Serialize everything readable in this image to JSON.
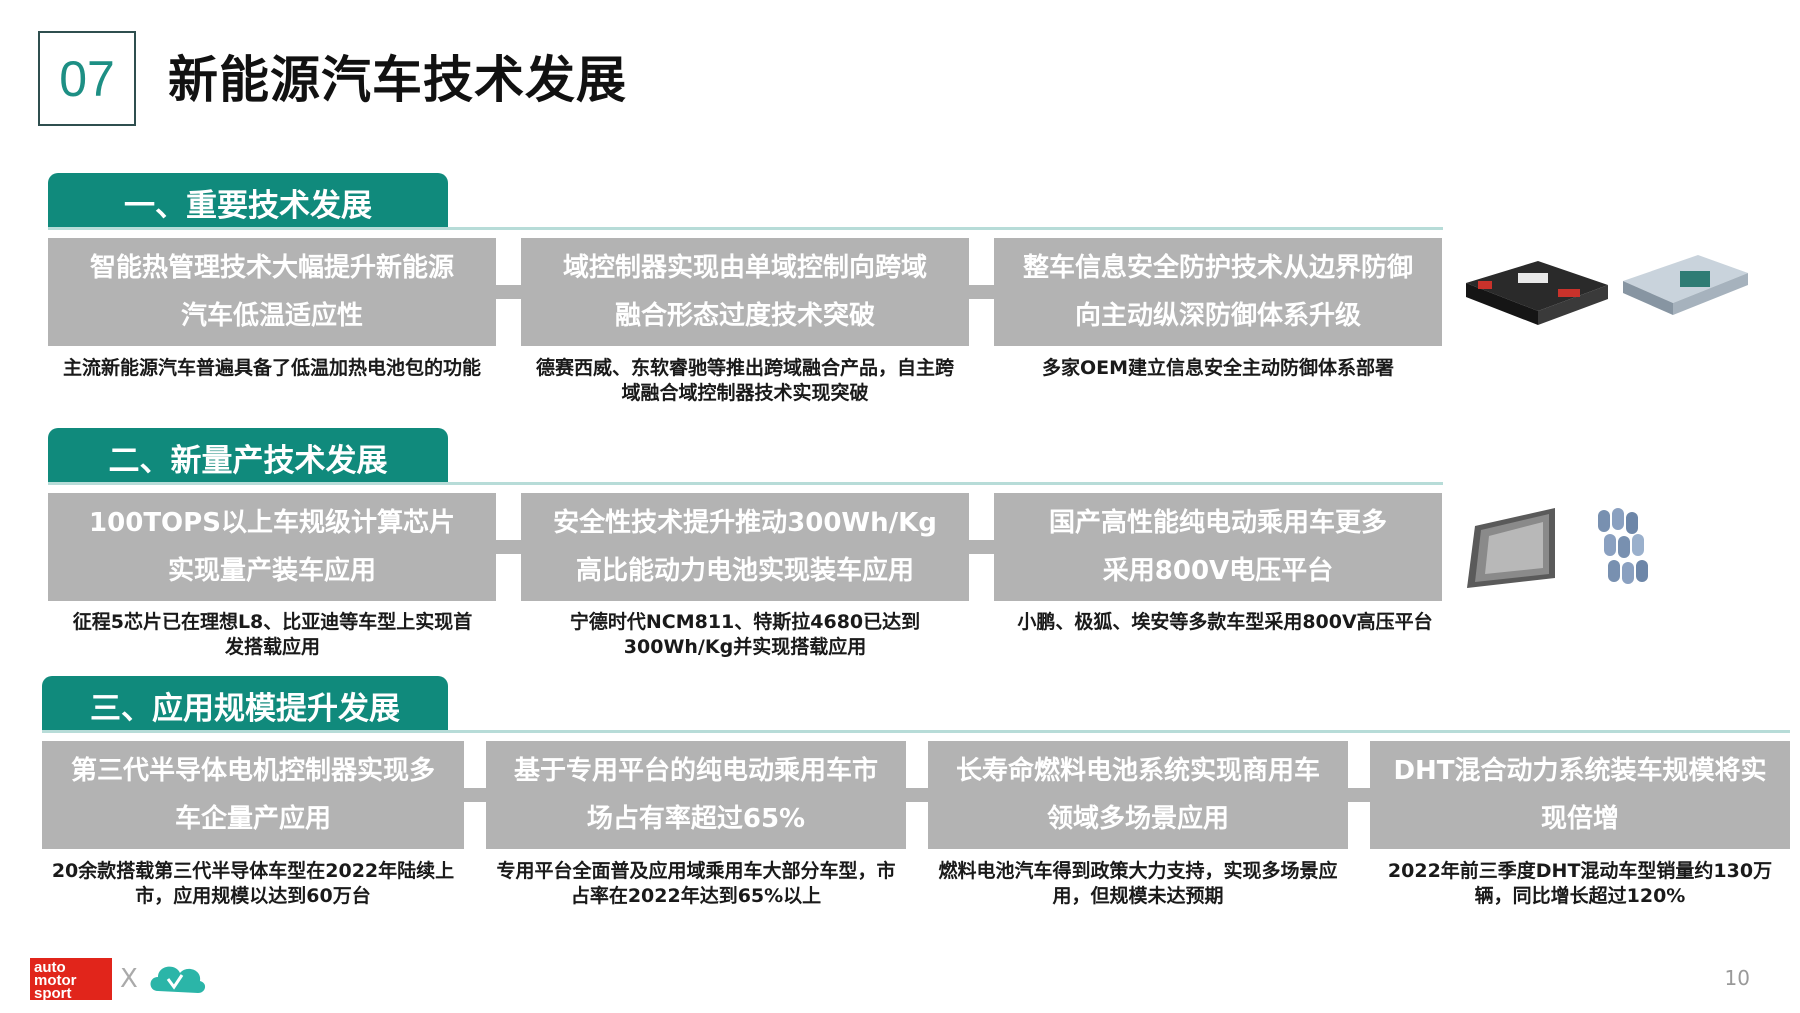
{
  "header": {
    "section_number": "07",
    "title": "新能源汽车技术发展"
  },
  "sections": [
    {
      "title": "一、重要技术发展",
      "items": [
        {
          "line1": "智能热管理技术大幅提升新能源",
          "line2": "汽车低温适应性",
          "desc": "主流新能源汽车普遍具备了低温加热电池包的功能"
        },
        {
          "line1": "域控制器实现由单域控制向跨域",
          "line2": "融合形态过度技术突破",
          "desc": "德赛西威、东软睿驰等推出跨域融合产品，自主跨域融合域控制器技术实现突破"
        },
        {
          "line1": "整车信息安全防护技术从边界防御",
          "line2": "向主动纵深防御体系升级",
          "desc": "多家OEM建立信息安全主动防御体系部署"
        }
      ]
    },
    {
      "title": "二、新量产技术发展",
      "items": [
        {
          "line1": "100TOPS以上车规级计算芯片",
          "line2": "实现量产装车应用",
          "desc": "征程5芯片已在理想L8、比亚迪等车型上实现首发搭载应用"
        },
        {
          "line1": "安全性技术提升推动300Wh/Kg",
          "line2": "高比能动力电池实现装车应用",
          "desc": "宁德时代NCM811、特斯拉4680已达到300Wh/Kg并实现搭载应用"
        },
        {
          "line1": "国产高性能纯电动乘用车更多",
          "line2": "采用800V电压平台",
          "desc": "小鹏、极狐、埃安等多款车型采用800V高压平台"
        }
      ]
    },
    {
      "title": "三、应用规模提升发展",
      "items": [
        {
          "line1": "第三代半导体电机控制器实现多",
          "line2": "车企量产应用",
          "desc": "20余款搭载第三代半导体车型在2022年陆续上市，应用规模以达到60万台"
        },
        {
          "line1": "基于专用平台的纯电动乘用车市",
          "line2": "场占有率超过65%",
          "desc": "专用平台全面普及应用域乘用车大部分车型，市占率在2022年达到65%以上"
        },
        {
          "line1": "长寿命燃料电池系统实现商用车",
          "line2": "领域多场景应用",
          "desc": "燃料电池汽车得到政策大力支持，实现多场景应用，但规模未达预期"
        },
        {
          "line1": "DHT混合动力系统装车规模将实",
          "line2": "现倍增",
          "desc": "2022年前三季度DHT混动车型销量约130万辆，同比增长超过120%"
        }
      ]
    }
  ],
  "footer": {
    "logo_text": "auto motor sport",
    "x_mark": "X",
    "page_number": "10"
  },
  "colors": {
    "teal": "#108a7c",
    "box_gray": "#b3b3b3",
    "rule": "#b7dcd8"
  }
}
